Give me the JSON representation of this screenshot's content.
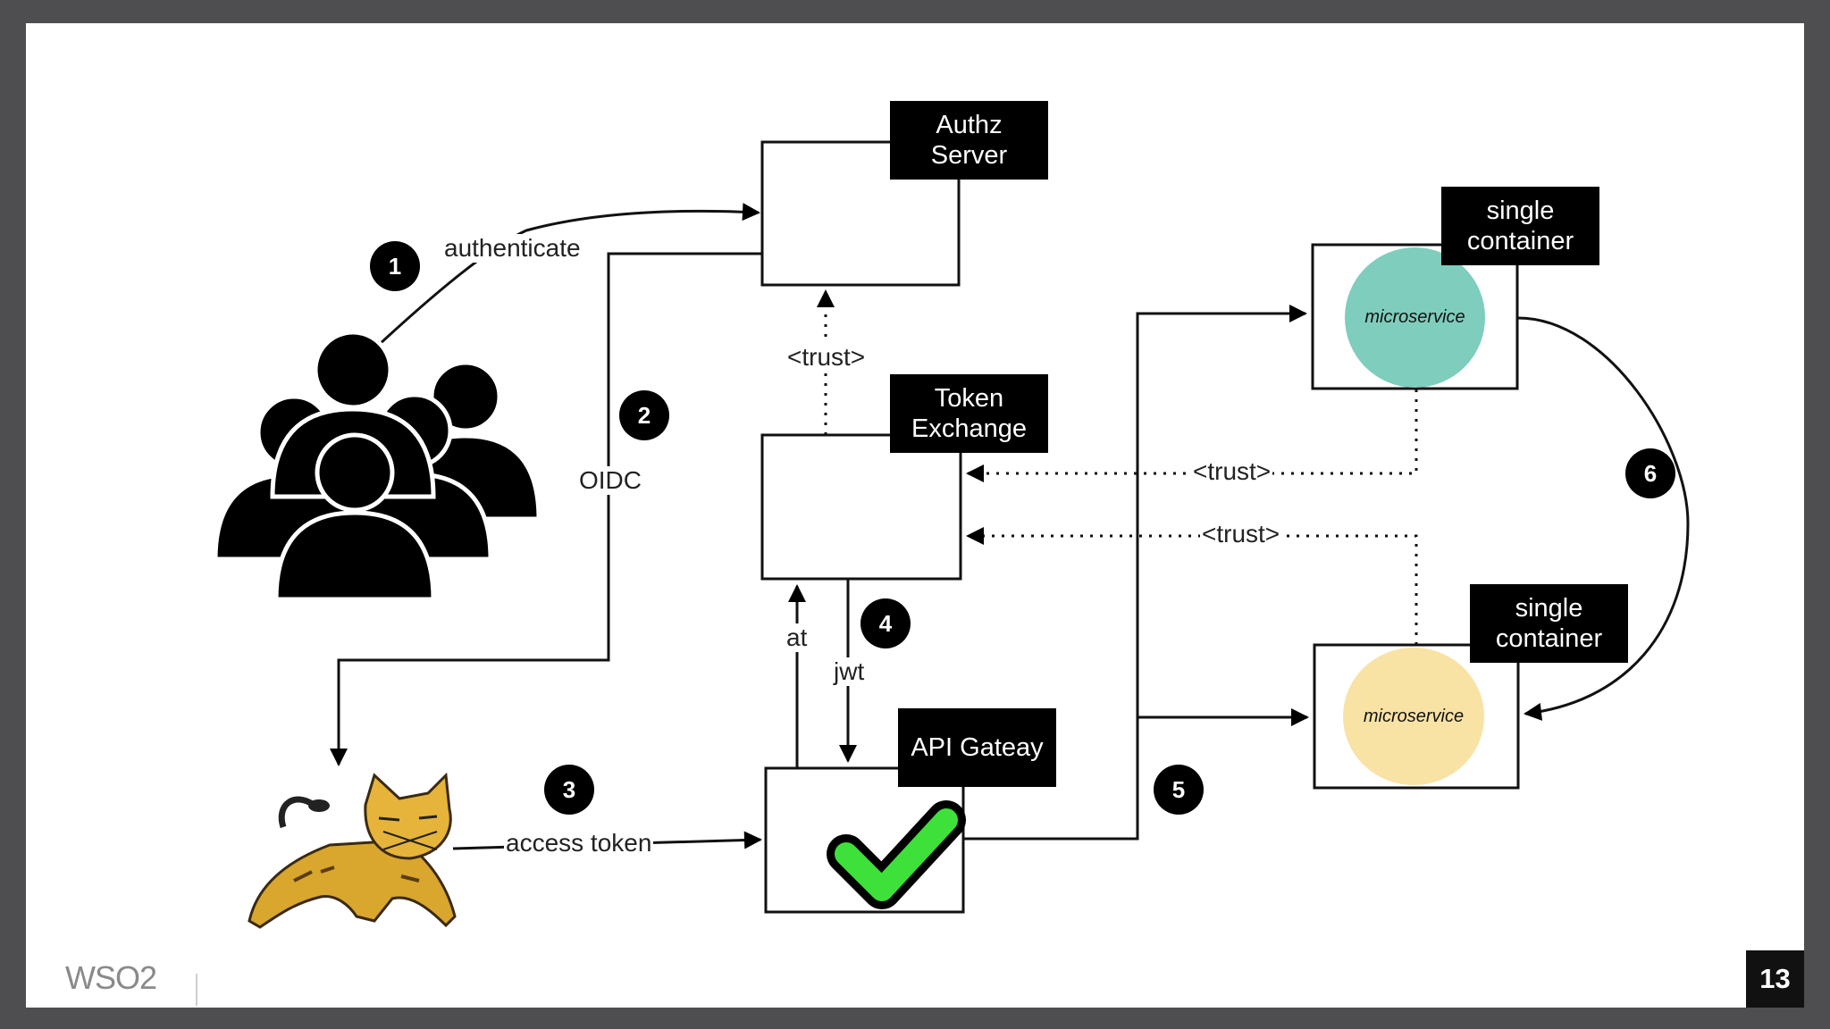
{
  "nodes": {
    "authz_server": "Authz\nServer",
    "token_exchange": "Token\nExchange",
    "api_gateway": "API Gateay",
    "container_top": "single\ncontainer",
    "container_bottom": "single\ncontainer",
    "microservice_top": "microservice",
    "microservice_bottom": "microservice"
  },
  "edge_labels": {
    "authenticate": "authenticate",
    "oidc": "OIDC",
    "trust_authz": "<trust>",
    "trust_top": "<trust>",
    "trust_bottom": "<trust>",
    "at": "at",
    "jwt": "jwt",
    "access_token": "access token"
  },
  "steps": [
    "1",
    "2",
    "3",
    "4",
    "5",
    "6"
  ],
  "icons": {
    "users": "users-group-icon",
    "tomcat": "tomcat-cat-icon",
    "check": "green-checkmark-icon"
  },
  "colors": {
    "microservice_top": "#7ecdbd",
    "microservice_bottom": "#f8e2a4",
    "check": "#3ee03a"
  },
  "footer": {
    "logo": "WSO2",
    "page_number": "13"
  }
}
